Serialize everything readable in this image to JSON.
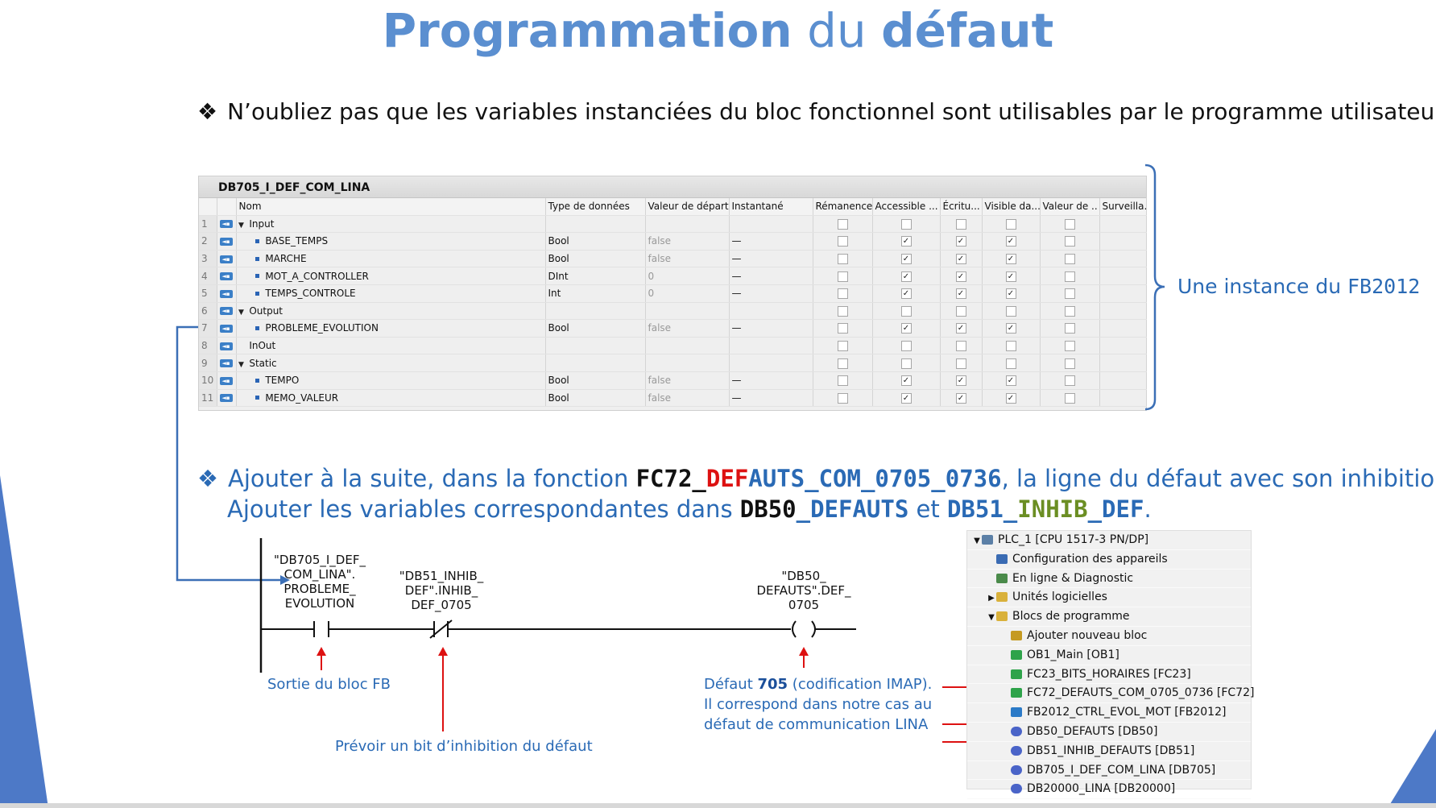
{
  "title": {
    "part1": "Programmation",
    "part2": " du ",
    "part3": "défaut"
  },
  "bullet1": {
    "symbol": "❖",
    "text": "N’oubliez pas que les variables instanciées du bloc fonctionnel sont utilisables par le programme utilisateur."
  },
  "db_table": {
    "title": "DB705_I_DEF_COM_LINA",
    "columns": [
      "",
      "",
      "Nom",
      "Type de données",
      "Valeur de départ",
      "Instantané",
      "Rémanence",
      "Accessible ...",
      "Écritu...",
      "Visible da...",
      "Valeur de ..",
      "Surveilla..."
    ],
    "rows": [
      {
        "num": "1",
        "expand": "▼",
        "name": "Input",
        "level": 0,
        "type": "",
        "start": "",
        "snap": "",
        "checks": [
          false,
          false,
          false,
          false,
          false
        ]
      },
      {
        "num": "2",
        "expand": "",
        "name": "BASE_TEMPS",
        "level": 1,
        "type": "Bool",
        "start": "false",
        "snap": "—",
        "checks": [
          false,
          true,
          true,
          true,
          false
        ]
      },
      {
        "num": "3",
        "expand": "",
        "name": "MARCHE",
        "level": 1,
        "type": "Bool",
        "start": "false",
        "snap": "—",
        "checks": [
          false,
          true,
          true,
          true,
          false
        ]
      },
      {
        "num": "4",
        "expand": "",
        "name": "MOT_A_CONTROLLER",
        "level": 1,
        "type": "DInt",
        "start": "0",
        "snap": "—",
        "checks": [
          false,
          true,
          true,
          true,
          false
        ]
      },
      {
        "num": "5",
        "expand": "",
        "name": "TEMPS_CONTROLE",
        "level": 1,
        "type": "Int",
        "start": "0",
        "snap": "—",
        "checks": [
          false,
          true,
          true,
          true,
          false
        ]
      },
      {
        "num": "6",
        "expand": "▼",
        "name": "Output",
        "level": 0,
        "type": "",
        "start": "",
        "snap": "",
        "checks": [
          false,
          false,
          false,
          false,
          false
        ]
      },
      {
        "num": "7",
        "expand": "",
        "name": "PROBLEME_EVOLUTION",
        "level": 1,
        "type": "Bool",
        "start": "false",
        "snap": "—",
        "checks": [
          false,
          true,
          true,
          true,
          false
        ]
      },
      {
        "num": "8",
        "expand": "",
        "name": "InOut",
        "level": 0,
        "type": "",
        "start": "",
        "snap": "",
        "checks": [
          false,
          false,
          false,
          false,
          false
        ]
      },
      {
        "num": "9",
        "expand": "▼",
        "name": "Static",
        "level": 0,
        "type": "",
        "start": "",
        "snap": "",
        "checks": [
          false,
          false,
          false,
          false,
          false
        ]
      },
      {
        "num": "10",
        "expand": "",
        "name": "TEMPO",
        "level": 1,
        "type": "Bool",
        "start": "false",
        "snap": "—",
        "checks": [
          false,
          true,
          true,
          true,
          false
        ]
      },
      {
        "num": "11",
        "expand": "",
        "name": "MEMO_VALEUR",
        "level": 1,
        "type": "Bool",
        "start": "false",
        "snap": "—",
        "checks": [
          false,
          true,
          true,
          true,
          false
        ]
      }
    ]
  },
  "instance_label": {
    "text": "Une instance du ",
    "code": "FB2012"
  },
  "bullet2": {
    "symbol": "❖",
    "l1a": "Ajouter à la suite, dans la fonction ",
    "fc_fc72": "FC72_",
    "fc_def": "DEF",
    "fc_rest": "AUTS_COM_0705_0736",
    "l1b": ", la ligne du défaut avec son inhibition.",
    "l2a": "Ajouter les variables correspondantes dans ",
    "db50a": "DB50",
    "db50b": "_DEFAUTS",
    "l2b": " et ",
    "db51a": "DB51_",
    "db51b": "INHIB",
    "db51c": "_DEF",
    "l2c": "."
  },
  "ladder": {
    "contact1": [
      "\"DB705_I_DEF_",
      "COM_LINA\".",
      "PROBLEME_",
      "EVOLUTION"
    ],
    "contact2": [
      "\"DB51_INHIB_",
      "DEF\".INHIB_",
      "DEF_0705"
    ],
    "coil": [
      "\"DB50_",
      "DEFAUTS\".DEF_",
      "0705"
    ]
  },
  "annotations": {
    "sortie": "Sortie du bloc FB",
    "inhib": "Prévoir un bit d’inhibition du défaut",
    "defaut_pre": "Défaut ",
    "defaut_num": "705",
    "defaut_post": " (codification IMAP).",
    "defaut_l2": "Il correspond dans notre cas au",
    "defaut_l3": "défaut de communication LINA"
  },
  "tree": [
    {
      "label": "PLC_1 [CPU 1517-3 PN/DP]",
      "indent": 0,
      "arrow": "▼",
      "icon": "plc"
    },
    {
      "label": "Configuration des appareils",
      "indent": 1,
      "arrow": "",
      "icon": "cfg"
    },
    {
      "label": "En ligne & Diagnostic",
      "indent": 1,
      "arrow": "",
      "icon": "onl"
    },
    {
      "label": "Unités logicielles",
      "indent": 1,
      "arrow": "▶",
      "icon": "fld"
    },
    {
      "label": "Blocs de programme",
      "indent": 1,
      "arrow": "▼",
      "icon": "fld"
    },
    {
      "label": "Ajouter nouveau bloc",
      "indent": 2,
      "arrow": "",
      "icon": "add"
    },
    {
      "label": "OB1_Main [OB1]",
      "indent": 2,
      "arrow": "",
      "icon": "ob"
    },
    {
      "label": "FC23_BITS_HORAIRES [FC23]",
      "indent": 2,
      "arrow": "",
      "icon": "fc"
    },
    {
      "label": "FC72_DEFAUTS_COM_0705_0736 [FC72]",
      "indent": 2,
      "arrow": "",
      "icon": "fc"
    },
    {
      "label": "FB2012_CTRL_EVOL_MOT [FB2012]",
      "indent": 2,
      "arrow": "",
      "icon": "fb"
    },
    {
      "label": "DB50_DEFAUTS [DB50]",
      "indent": 2,
      "arrow": "",
      "icon": "db"
    },
    {
      "label": "DB51_INHIB_DEFAUTS [DB51]",
      "indent": 2,
      "arrow": "",
      "icon": "db"
    },
    {
      "label": "DB705_I_DEF_COM_LINA [DB705]",
      "indent": 2,
      "arrow": "",
      "icon": "db"
    },
    {
      "label": "DB20000_LINA [DB20000]",
      "indent": 2,
      "arrow": "",
      "icon": "db"
    }
  ],
  "colors": {
    "title": "#5b8fd0",
    "accent": "#2a6ab5",
    "red": "#dd1111",
    "green": "#6b8e23"
  }
}
